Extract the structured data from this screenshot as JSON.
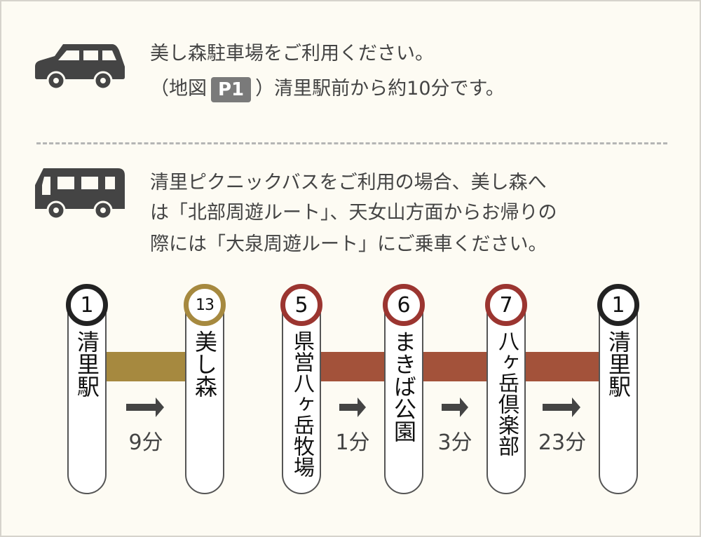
{
  "car_info": {
    "line1": "美し森駐車場をご利用ください。",
    "line2_pre": "（地図",
    "badge": "P1",
    "line2_post": "）清里駅前から約10分です。"
  },
  "bus_info": {
    "line1": "清里ピクニックバスをご利用の場合、美し森へ",
    "line2": "は「北部周遊ルート」、天女山方面からお帰りの",
    "line3": "際には「大泉周遊ルート」にご乗車ください。"
  },
  "colors": {
    "gold": "#a6893f",
    "red": "#a3523a",
    "red_ring": "#9b3530",
    "black_ring": "#222222"
  },
  "stations": [
    {
      "number": "1",
      "name": "清里駅"
    },
    {
      "number": "13",
      "name": "美し森"
    },
    {
      "number": "5",
      "name": "県営八ヶ岳牧場"
    },
    {
      "number": "6",
      "name": "まきば公園"
    },
    {
      "number": "7",
      "name": "八ヶ岳倶楽部"
    },
    {
      "number": "1",
      "name": "清里駅"
    }
  ],
  "segments": [
    {
      "minutes": "9分"
    },
    {
      "minutes": "1分"
    },
    {
      "minutes": "3分"
    },
    {
      "minutes": "23分"
    }
  ]
}
